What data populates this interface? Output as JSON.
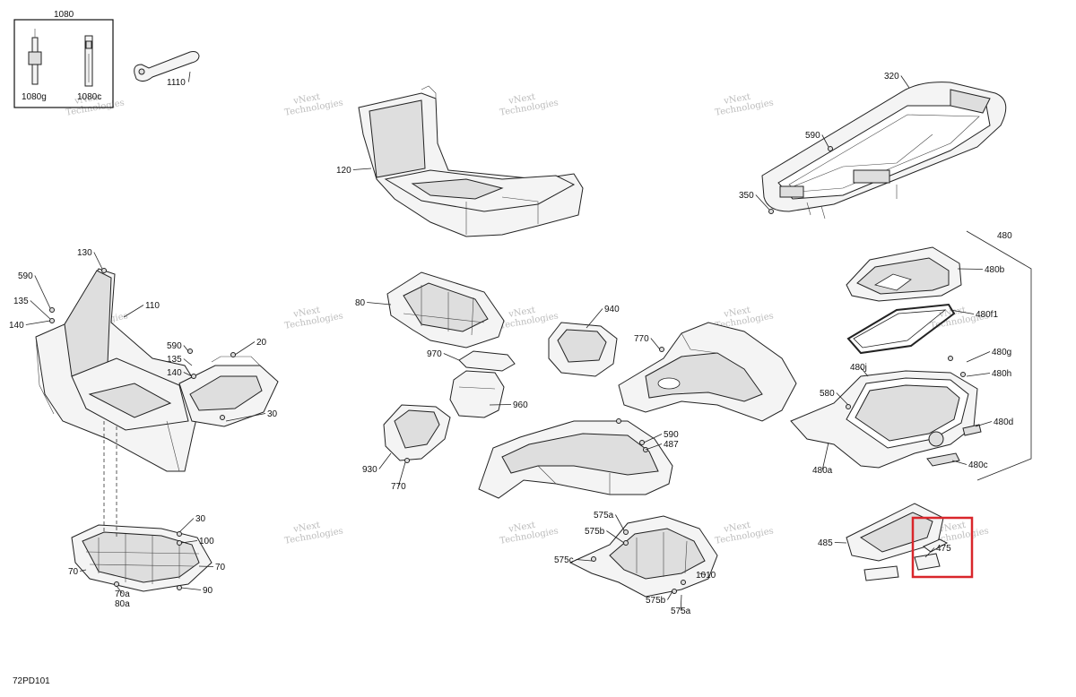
{
  "diagram_code": "72PD101",
  "watermark": [
    "vNext",
    "Technologies"
  ],
  "highlight_color": "#d9262b",
  "callouts": [
    "1080",
    "1080g",
    "1080c",
    "1110",
    "120",
    "320",
    "590",
    "350",
    "480",
    "480b",
    "480f1",
    "480g",
    "480h",
    "480j",
    "580",
    "480d",
    "480c",
    "480a",
    "130",
    "590",
    "135",
    "140",
    "110",
    "590",
    "135",
    "140",
    "20",
    "30",
    "80",
    "940",
    "770",
    "970",
    "960",
    "930",
    "770",
    "590",
    "487",
    "30",
    "100",
    "70",
    "70",
    "90",
    "70a",
    "80a",
    "575a",
    "575b",
    "575c",
    "1010",
    "575b",
    "575a",
    "485",
    "475"
  ]
}
